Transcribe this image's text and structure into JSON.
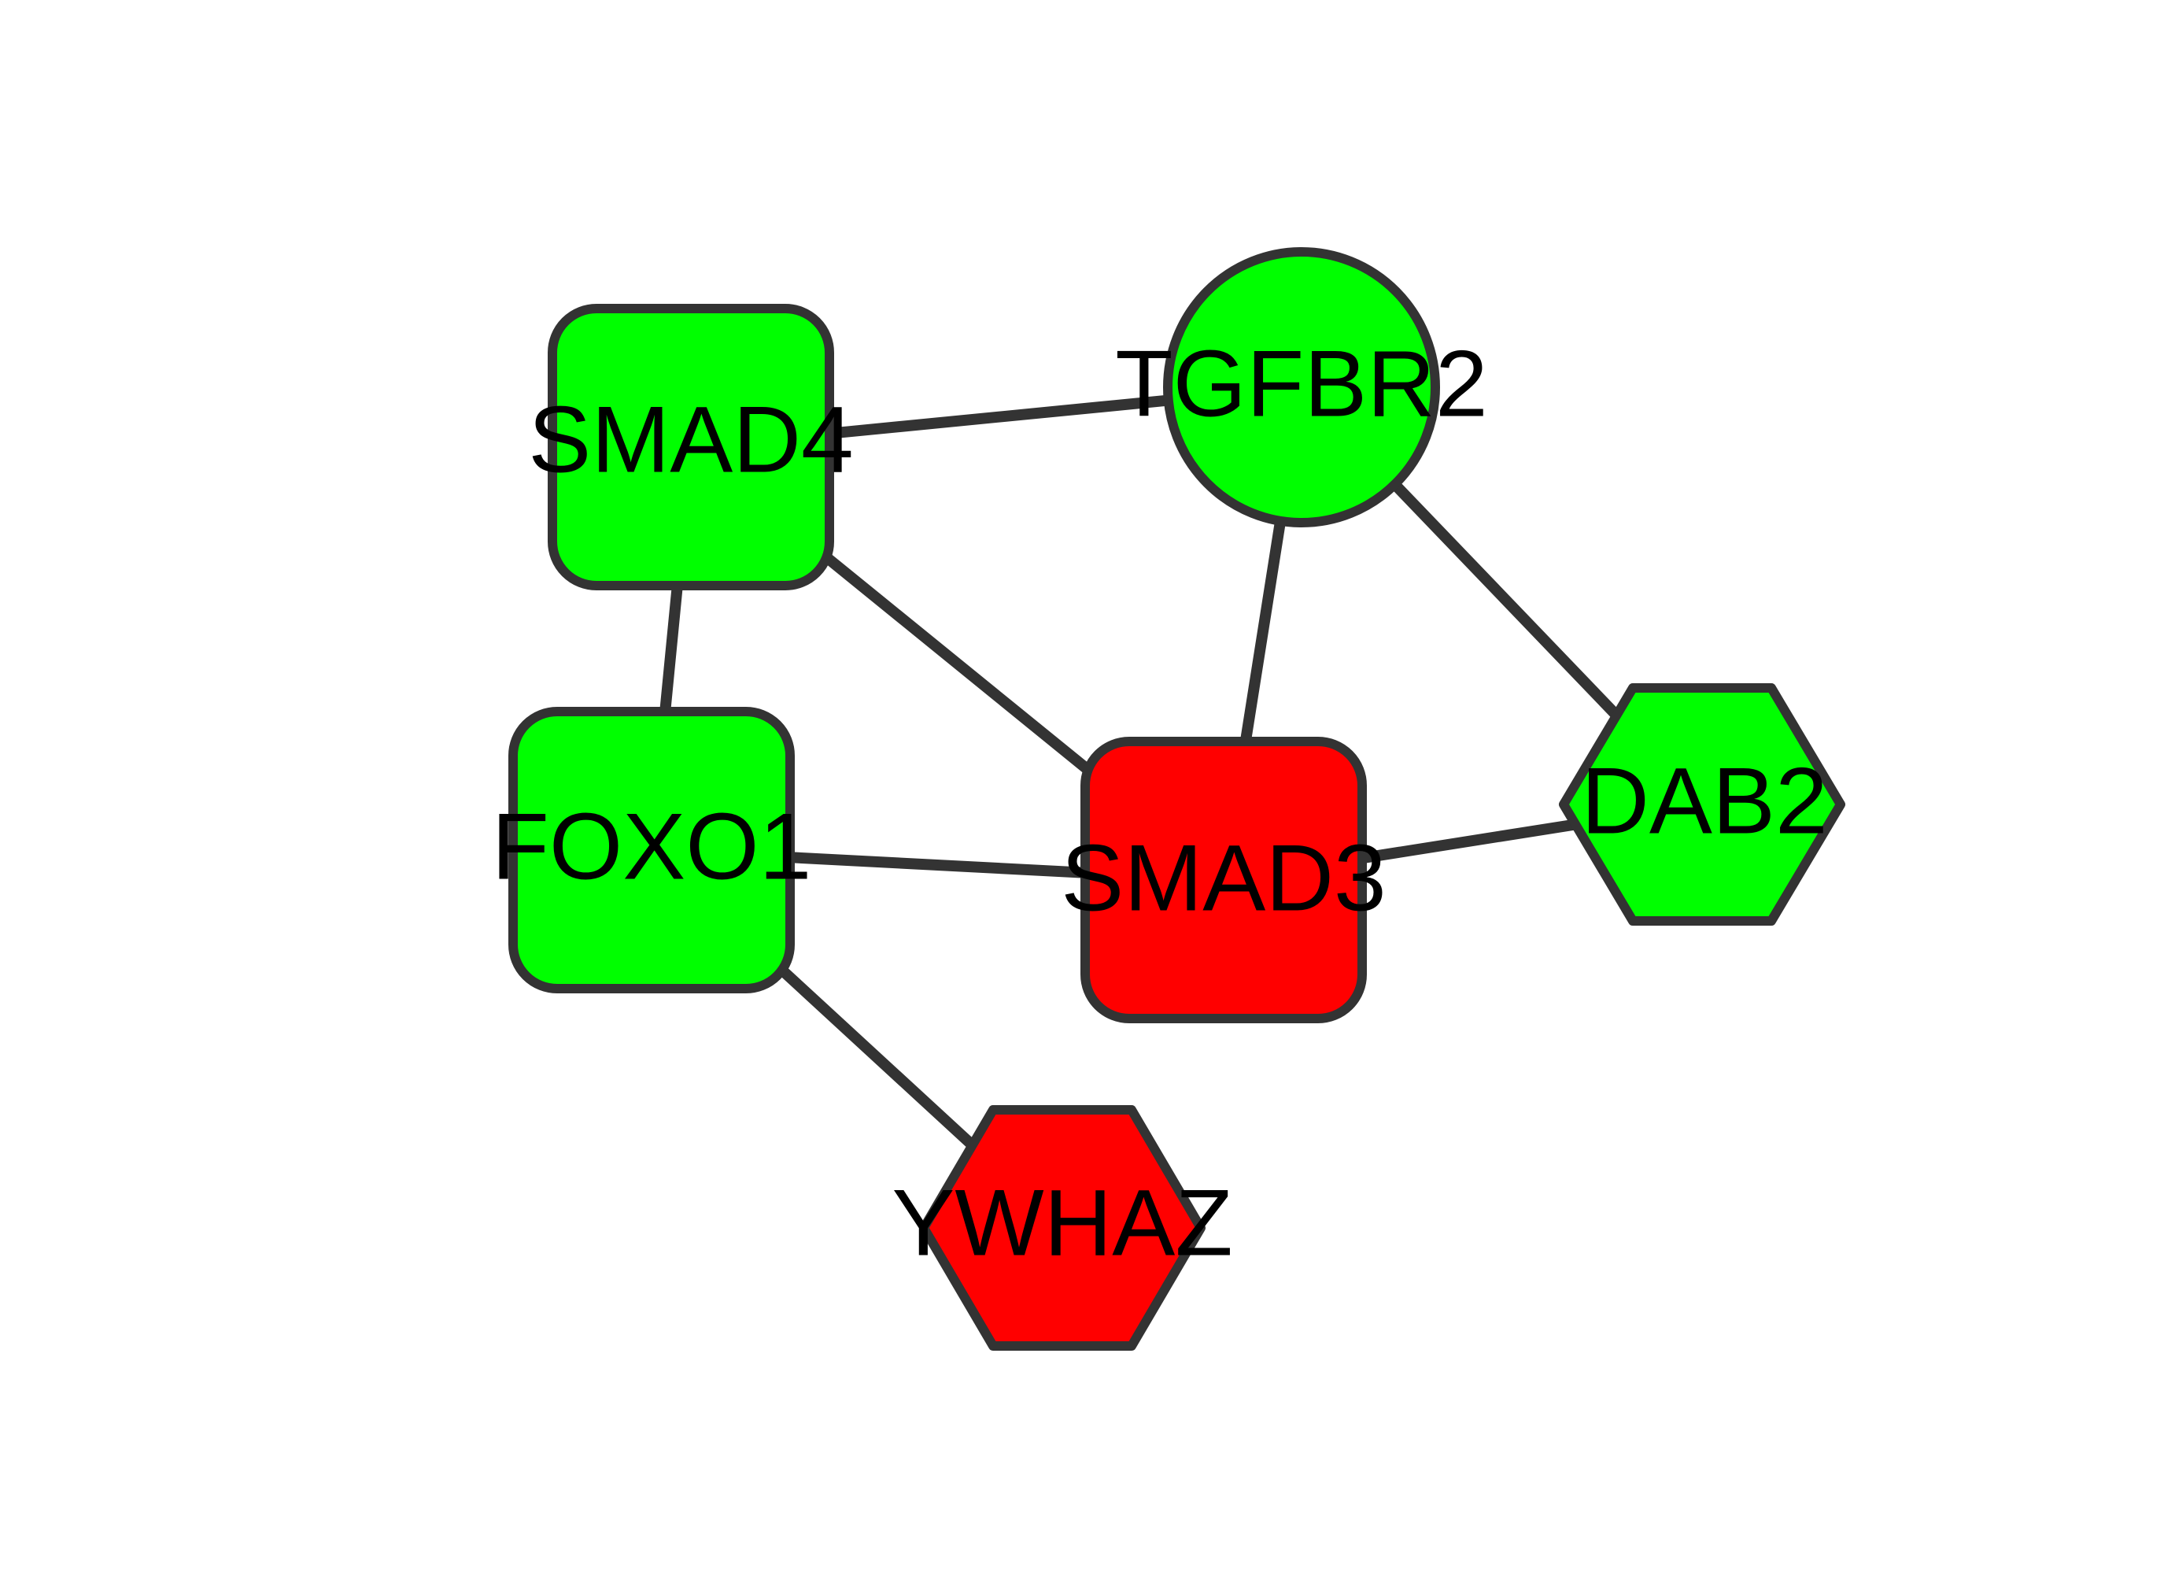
{
  "colors": {
    "up": "#ff0000",
    "down": "#00ff00",
    "stroke": "#333333",
    "edge": "#333333",
    "label": "#000000"
  },
  "nodes": [
    {
      "id": "SMAD4",
      "label": "SMAD4",
      "shape": "round-rect",
      "color": "down"
    },
    {
      "id": "TGFBR2",
      "label": "TGFBR2",
      "shape": "ellipse",
      "color": "down"
    },
    {
      "id": "FOXO1",
      "label": "FOXO1",
      "shape": "round-rect",
      "color": "down"
    },
    {
      "id": "SMAD3",
      "label": "SMAD3",
      "shape": "round-rect",
      "color": "up"
    },
    {
      "id": "DAB2",
      "label": "DAB2",
      "shape": "hexagon",
      "color": "down"
    },
    {
      "id": "YWHAZ",
      "label": "YWHAZ",
      "shape": "hexagon",
      "color": "up"
    }
  ],
  "edges": [
    {
      "source": "SMAD4",
      "target": "TGFBR2"
    },
    {
      "source": "SMAD4",
      "target": "FOXO1"
    },
    {
      "source": "SMAD4",
      "target": "SMAD3"
    },
    {
      "source": "TGFBR2",
      "target": "SMAD3"
    },
    {
      "source": "TGFBR2",
      "target": "DAB2"
    },
    {
      "source": "FOXO1",
      "target": "SMAD3"
    },
    {
      "source": "FOXO1",
      "target": "YWHAZ"
    },
    {
      "source": "SMAD3",
      "target": "DAB2"
    }
  ]
}
